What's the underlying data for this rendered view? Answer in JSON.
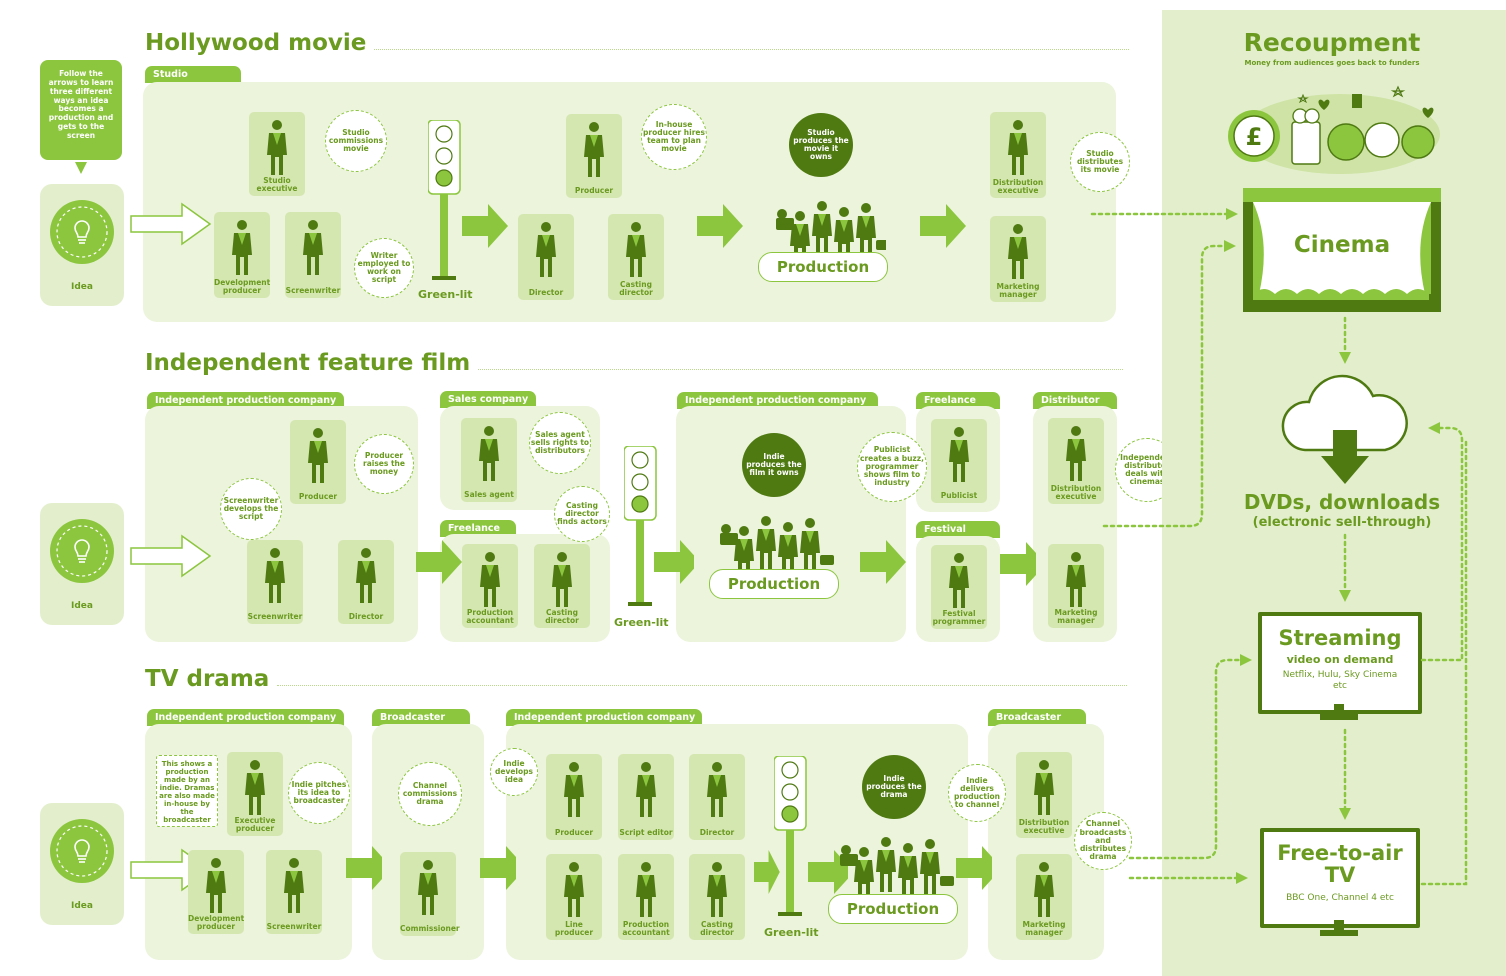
{
  "intro": "Follow the arrows to learn three different ways an idea becomes a production and gets to the screen",
  "sections": {
    "hollywood": "Hollywood movie",
    "independent": "Independent feature film",
    "tv": "TV drama"
  },
  "labels": {
    "idea": "Idea",
    "green_lit": "Green-lit",
    "production": "Production"
  },
  "hollywood": {
    "tab_studio": "Studio",
    "studio_executive": "Studio executive",
    "development_producer": "Development producer",
    "screenwriter": "Screenwriter",
    "producer": "Producer",
    "director": "Director",
    "casting_director": "Casting director",
    "distribution_executive": "Distribution executive",
    "marketing_manager": "Marketing manager",
    "b_commissions": "Studio commissions movie",
    "b_writer": "Writer employed to work on script",
    "b_inhouse": "In-house producer hires team to plan movie",
    "b_produces": "Studio produces the movie it owns",
    "b_distributes": "Studio distributes its movie"
  },
  "independent": {
    "tab_ipc": "Independent production company",
    "tab_sales": "Sales company",
    "tab_freelance": "Freelance",
    "tab_ipc2": "Independent production company",
    "tab_freelance2": "Freelance",
    "tab_festival": "Festival",
    "tab_distributor": "Distributor",
    "producer": "Producer",
    "screenwriter": "Screenwriter",
    "director": "Director",
    "sales_agent": "Sales agent",
    "production_accountant": "Production accountant",
    "casting_director": "Casting director",
    "publicist": "Publicist",
    "festival_programmer": "Festival programmer",
    "distribution_executive": "Distribution executive",
    "marketing_manager": "Marketing manager",
    "b_screenwriter": "Screenwriter develops the script",
    "b_producer": "Producer raises the money",
    "b_sales": "Sales agent sells rights to distributors",
    "b_casting": "Casting director finds actors",
    "b_indie": "Indie produces the film it owns",
    "b_publicist": "Publicist creates a buzz, programmer shows film to industry",
    "b_distributor": "Independent distributor deals with cinemas"
  },
  "tv": {
    "tab_ipc": "Independent production company",
    "tab_broadcaster": "Broadcaster",
    "tab_ipc2": "Independent production company",
    "tab_broadcaster2": "Broadcaster",
    "note": "This shows a production made by an indie. Dramas are also made in-house by the broadcaster",
    "executive_producer": "Executive producer",
    "development_producer": "Development producer",
    "screenwriter": "Screenwriter",
    "commissioner": "Commissioner",
    "producer": "Producer",
    "script_editor": "Script editor",
    "director": "Director",
    "line_producer": "Line producer",
    "production_accountant": "Production accountant",
    "casting_director": "Casting director",
    "distribution_executive": "Distribution executive",
    "marketing_manager": "Marketing manager",
    "b_pitches": "Indie pitches its idea to broadcaster",
    "b_channel": "Channel commissions drama",
    "b_develops": "Indie develops idea",
    "b_produces": "Indie produces the drama",
    "b_delivers": "Indie delivers production to channel",
    "b_broadcasts": "Channel broadcasts and distributes drama"
  },
  "recoupment": {
    "title": "Recoupment",
    "subtitle": "Money from audiences goes back to funders",
    "cinema": "Cinema",
    "dvd_title": "DVDs, downloads",
    "dvd_sub": "(electronic sell-through)",
    "streaming_title": "Streaming",
    "streaming_sub": "video on demand",
    "streaming_examples": "Netflix, Hulu, Sky Cinema etc",
    "fta_title": "Free-to-air TV",
    "fta_examples": "BBC One, Channel 4 etc",
    "currency": "£"
  },
  "colors": {
    "primary": "#8cc63f",
    "dark": "#4f7a12",
    "text": "#6a9a1f",
    "panel": "#ecf4dc",
    "card": "#d5e7b1",
    "recoup_bg": "#e3efcc"
  }
}
